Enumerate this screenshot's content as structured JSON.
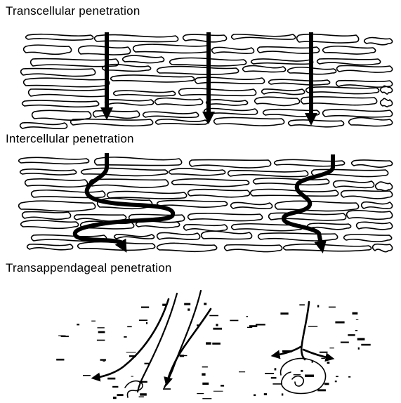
{
  "diagram": {
    "panels": [
      {
        "id": "transcellular",
        "title": "Transcellular penetration",
        "arrow_count": 3
      },
      {
        "id": "intercellular",
        "title": "Intercellular penetration",
        "arrow_count": 2
      },
      {
        "id": "transappendageal",
        "title": "Transappendageal penetration",
        "arrow_count": 4
      }
    ]
  }
}
